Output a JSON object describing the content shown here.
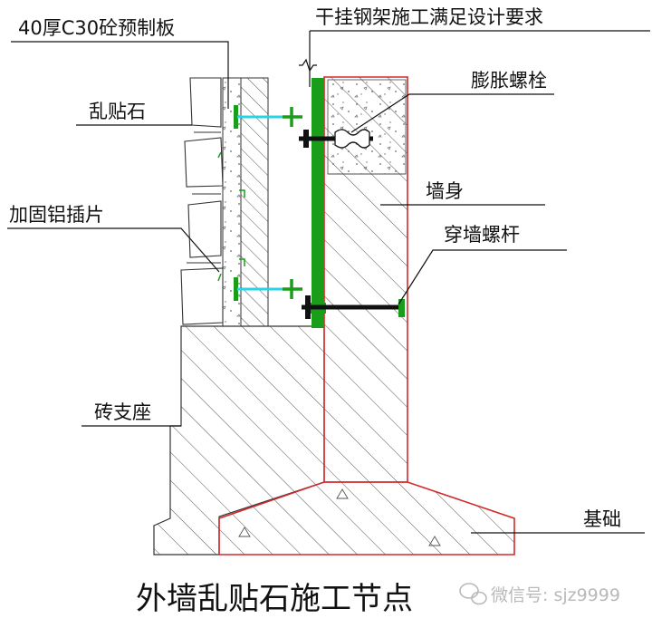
{
  "labels": {
    "precast_slab": "40厚C30砼预制板",
    "steel_frame": "干挂钢架施工满足设计要求",
    "random_stone": "乱贴石",
    "expansion_bolt": "膨胀螺栓",
    "wall_body": "墙身",
    "aluminum_clip": "加固铝插片",
    "through_bolt": "穿墙螺杆",
    "brick_support": "砖支座",
    "foundation": "基础"
  },
  "title": "外墙乱贴石施工节点",
  "watermark": "微信号: sjz9999",
  "colors": {
    "steel": "#1a9e1a",
    "bolt": "#111111",
    "connector": "#29d3e6",
    "outline": "#d22a2a",
    "hatch": "#555555",
    "watermark": "#b9b9b9"
  }
}
